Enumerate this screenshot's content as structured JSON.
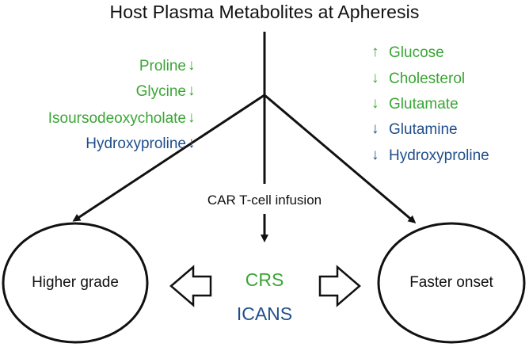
{
  "title": "Host Plasma Metabolites at Apheresis",
  "colors": {
    "green": "#3aa535",
    "blue": "#1f4e8c",
    "black": "#111111"
  },
  "left_list": [
    {
      "label": "Proline",
      "dir": "↓",
      "color": "green"
    },
    {
      "label": "Glycine",
      "dir": "↓",
      "color": "green"
    },
    {
      "label": "Isoursodeoxycholate",
      "dir": "↓",
      "color": "green"
    },
    {
      "label": "Hydroxyproline",
      "dir": "↓",
      "color": "blue"
    }
  ],
  "right_list": [
    {
      "label": "Glucose",
      "dir": "↑",
      "color": "green"
    },
    {
      "label": "Cholesterol",
      "dir": "↓",
      "color": "green"
    },
    {
      "label": "Glutamate",
      "dir": "↓",
      "color": "green"
    },
    {
      "label": "Glutamine",
      "dir": "↓",
      "color": "blue"
    },
    {
      "label": "Hydroxyproline",
      "dir": "↓",
      "color": "blue"
    }
  ],
  "infusion_label": "CAR T-cell infusion",
  "center": {
    "crs": "CRS",
    "icans": "ICANS"
  },
  "left_outcome": "Higher grade",
  "right_outcome": "Faster onset"
}
